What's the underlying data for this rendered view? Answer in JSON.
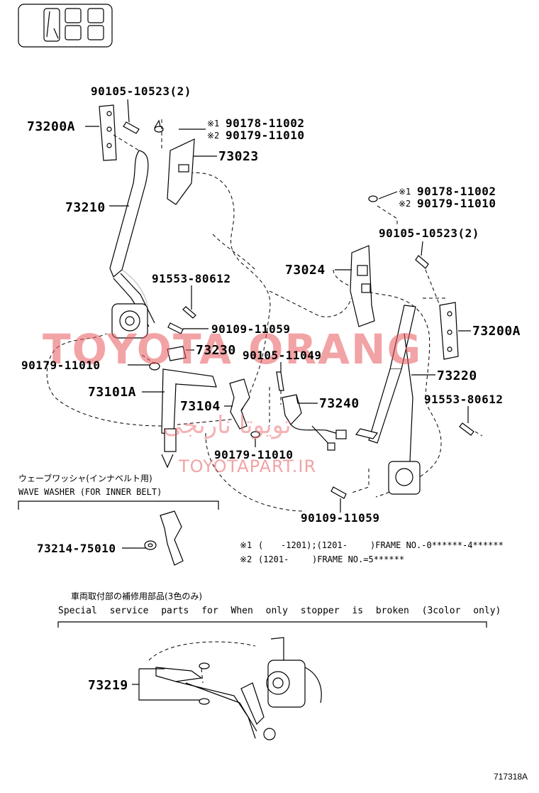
{
  "watermark": {
    "brand": "TOYOTA ORANG",
    "site": "TOYOTAPART.IR",
    "farsi": "تویوتا نارنجی"
  },
  "labels": {
    "p73200A_left": "73200A",
    "p90105_10523_left": "90105-10523(2)",
    "mark1": "※1",
    "mark2": "※2",
    "p90178_11002": "90178-11002",
    "p90179_11010_a": "90179-11010",
    "p73023": "73023",
    "p73210": "73210",
    "p91553_80612_left": "91553-80612",
    "p90109_11059_top": "90109-11059",
    "p73230": "73230",
    "p90105_11049": "90105-11049",
    "p90179_11010_left": "90179-11010",
    "p73101A": "73101A",
    "p73104": "73104",
    "p73240": "73240",
    "p90179_11010_bottom": "90179-11010",
    "p90178_11002_right": "90178-11002",
    "p90179_11010_right": "90179-11010",
    "p90105_10523_right": "90105-10523(2)",
    "p73024": "73024",
    "p73200A_right": "73200A",
    "p73220": "73220",
    "p91553_80612_right": "91553-80612",
    "p90109_11059_bottom": "90109-11059",
    "p73214_75010": "73214-75010",
    "p73219": "73219"
  },
  "notes": {
    "wave_washer_jp": "ウェーブワッシャ(インナベルト用)",
    "wave_washer_en": "WAVE WASHER (FOR INNER BELT)",
    "footnote1_mark": "※1",
    "footnote1_a": "(",
    "footnote1_b": "-1201);(1201-",
    "footnote1_c": ")FRAME NO.-0******-4******",
    "footnote2_mark": "※2",
    "footnote2_a": "(1201-",
    "footnote2_b": ")FRAME NO.=5******",
    "special_jp": "車両取付部の補修用部品(3色のみ)",
    "special_en": "Special service parts for When only stopper is broken (3color only)"
  },
  "figure_code": "717318A"
}
